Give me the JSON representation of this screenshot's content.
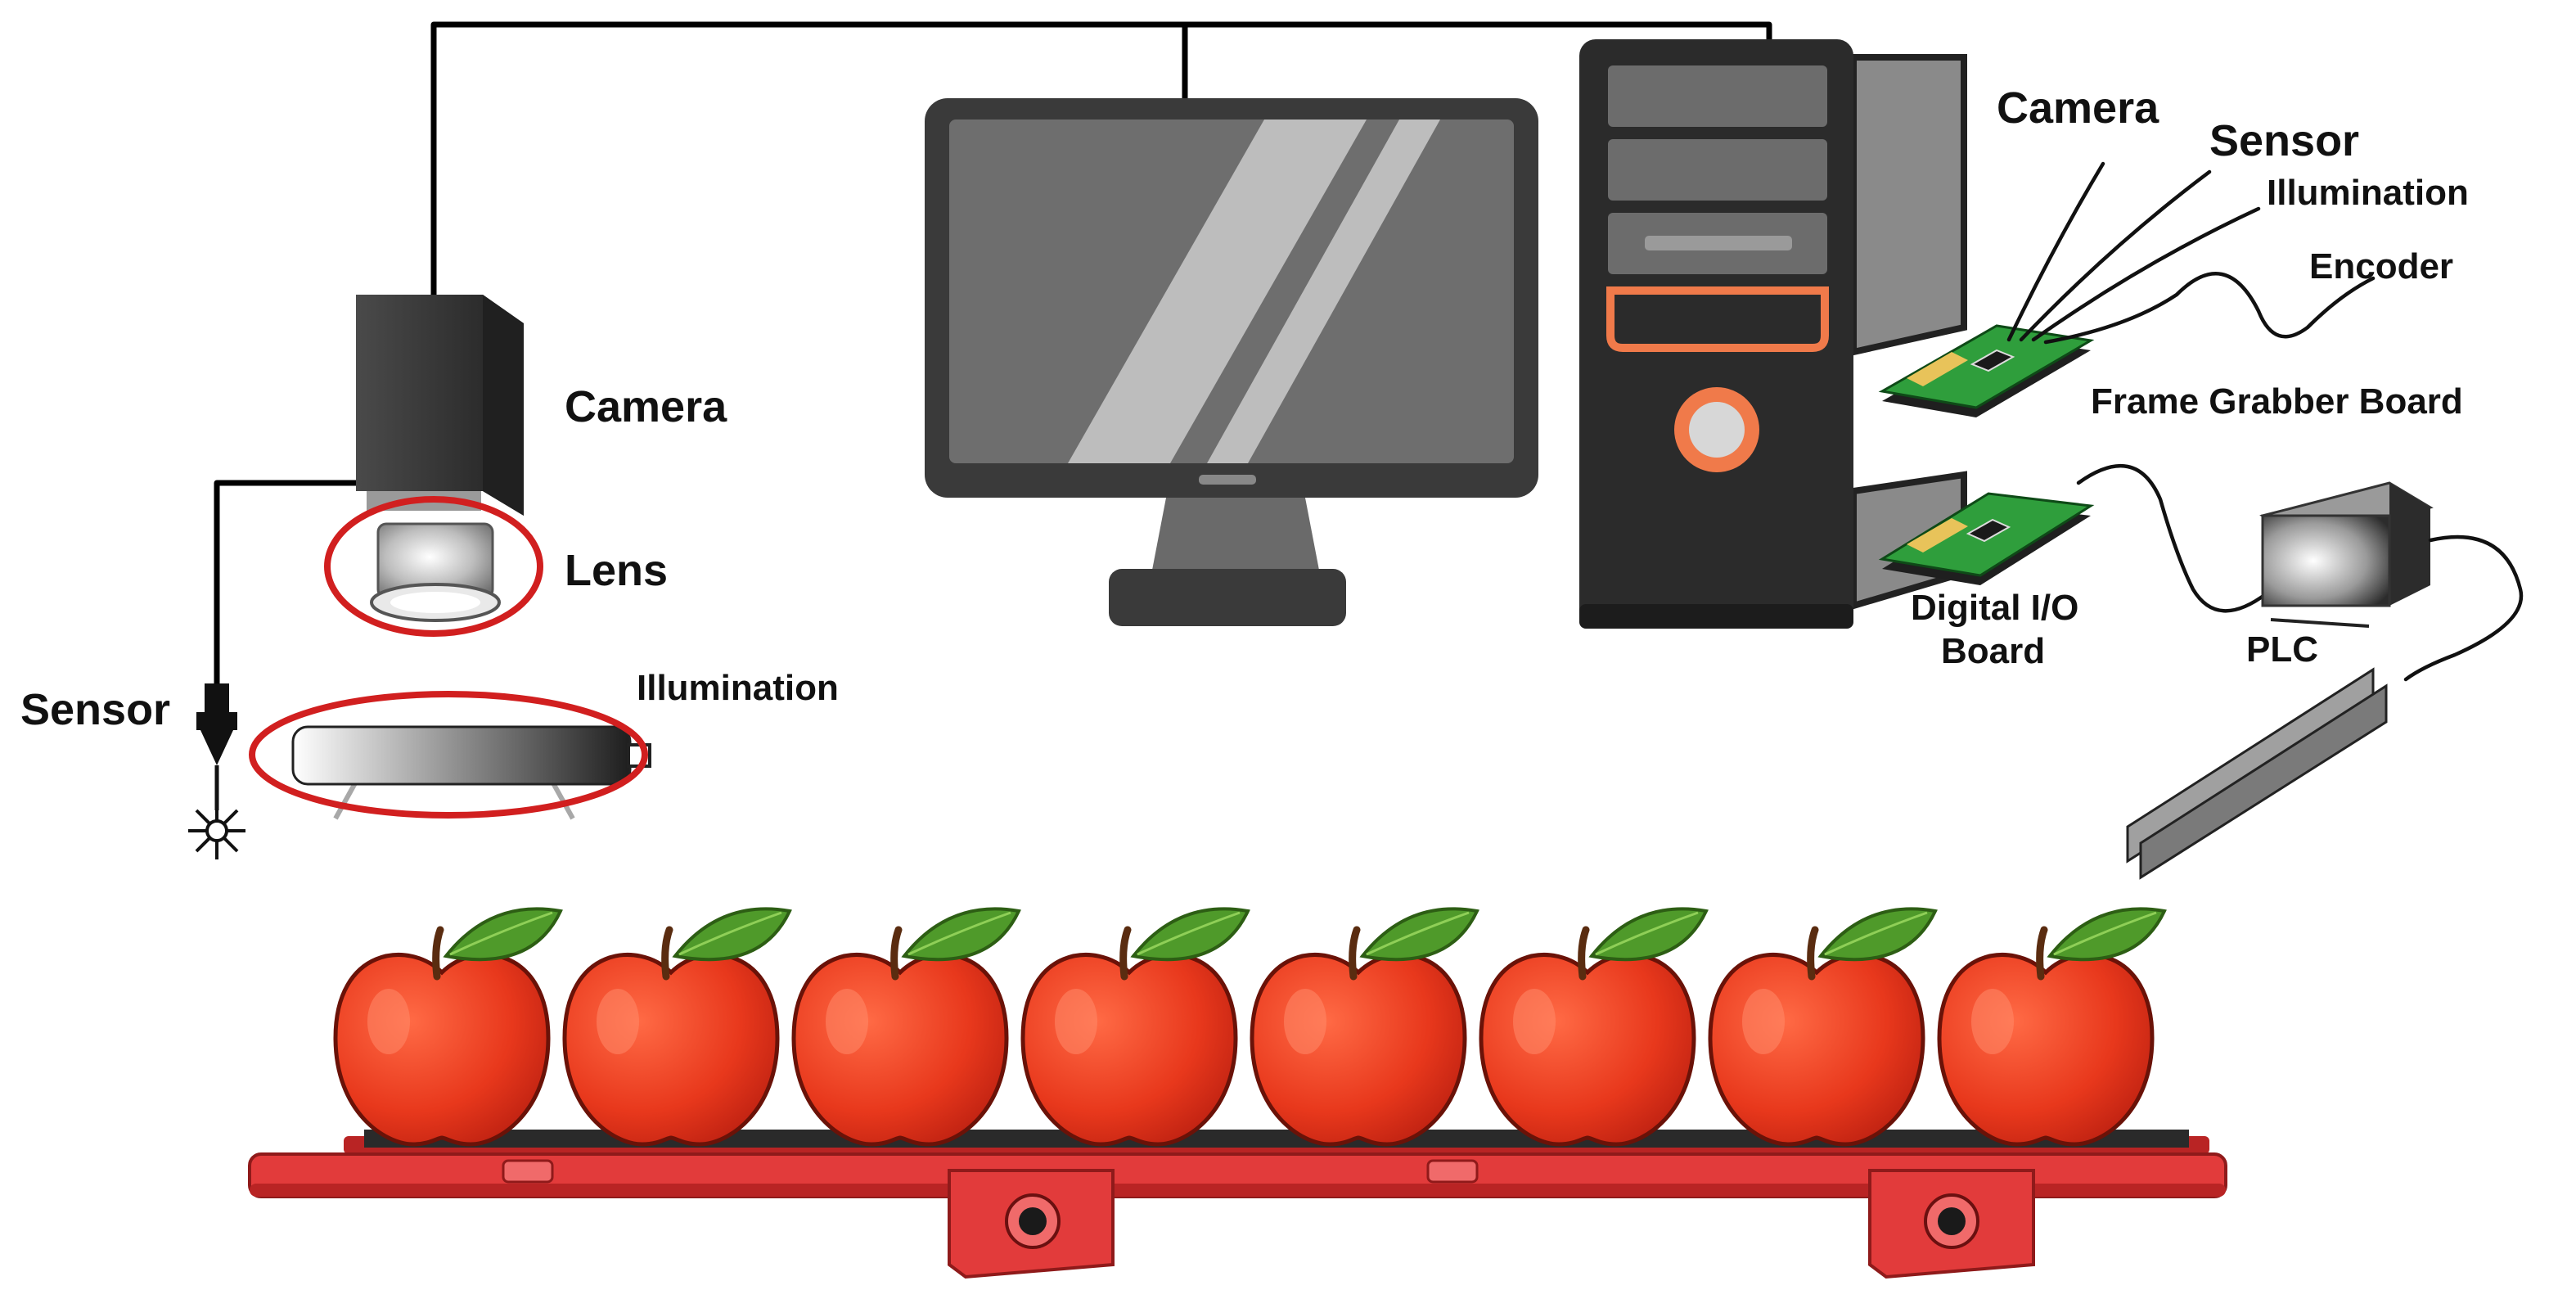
{
  "labels": {
    "camera": "Camera",
    "lens": "Lens",
    "sensor": "Sensor",
    "illumination": "Illumination",
    "board_camera": "Camera",
    "board_sensor": "Sensor",
    "board_illumination": "Illumination",
    "board_encoder": "Encoder",
    "frame_grabber": "Frame Grabber Board",
    "digital_io_line1": "Digital I/O",
    "digital_io_line2": "Board",
    "plc": "PLC"
  },
  "colors": {
    "apple": "#e8381c",
    "apple_dark": "#b81e10",
    "leaf": "#4f9a2a",
    "conveyor": "#e23b3b",
    "conveyor_dark": "#b92424",
    "circuit_board": "#2f9e3c",
    "monitor": "#3a3a3a",
    "tower": "#2b2b2b",
    "tower_accent": "#f07a4a",
    "highlight_ring": "#d11f1f"
  },
  "apples": {
    "count": 8
  }
}
